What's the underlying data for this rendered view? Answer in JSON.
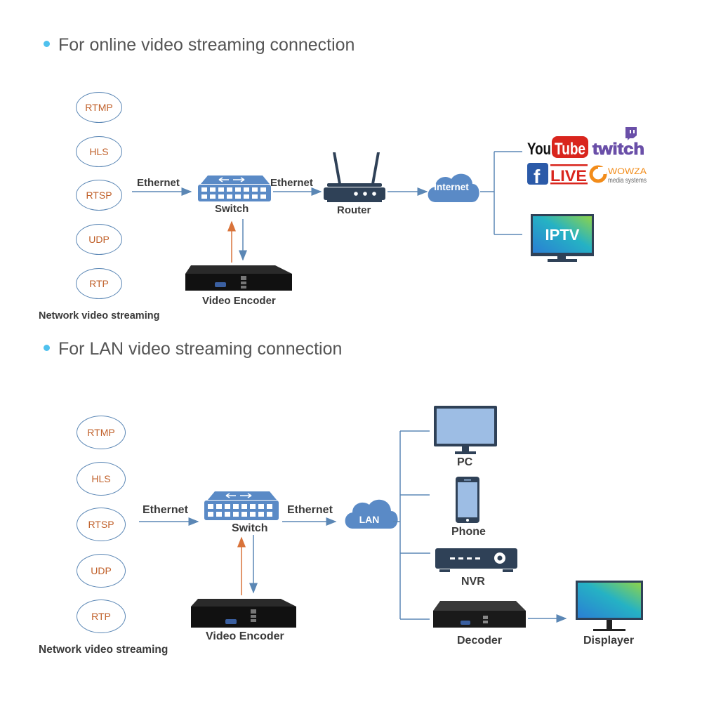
{
  "sections": {
    "online": {
      "heading": "For online video streaming connection",
      "protocols": [
        "RTMP",
        "HLS",
        "RTSP",
        "UDP",
        "RTP"
      ],
      "protocols_caption": "Network video streaming",
      "link_in_label": "Ethernet",
      "switch_label": "Switch",
      "link_out_label": "Ethernet",
      "router_label": "Router",
      "cloud_label": "Internet",
      "encoder_label": "Video Encoder",
      "platforms": {
        "youtube_you": "You",
        "youtube_tube": "Tube",
        "twitch": "twitch",
        "facebook_f": "f",
        "facebook_live": "LIVE",
        "wowza": "WOWZA",
        "wowza_sub": "media systems"
      },
      "iptv_label": "IPTV"
    },
    "lan": {
      "heading": "For LAN video streaming connection",
      "protocols": [
        "RTMP",
        "HLS",
        "RTSP",
        "UDP",
        "RTP"
      ],
      "protocols_caption": "Network video streaming",
      "link_in_label": "Ethernet",
      "switch_label": "Switch",
      "link_out_label": "Ethernet",
      "cloud_label": "LAN",
      "encoder_label": "Video Encoder",
      "endpoints": {
        "pc": "PC",
        "phone": "Phone",
        "nvr": "NVR",
        "decoder": "Decoder",
        "displayer": "Displayer"
      }
    }
  },
  "colors": {
    "bullet": "#4fc1ee",
    "line_blue": "#5b87b5",
    "arrow_orange": "#d9733a",
    "device_dark": "#2f4157",
    "icon_blue": "#5a8ac6",
    "protocol_text": "#c0602a"
  }
}
